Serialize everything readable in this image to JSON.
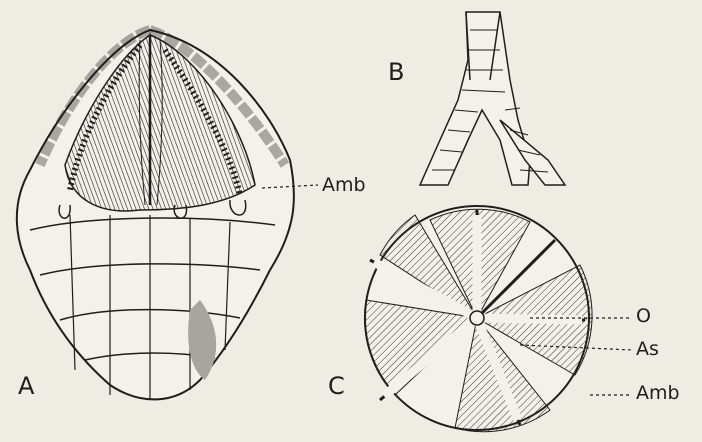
{
  "figure": {
    "panels": [
      {
        "id": "A",
        "label": "A"
      },
      {
        "id": "B",
        "label": "B"
      },
      {
        "id": "C",
        "label": "C"
      }
    ],
    "annotations": {
      "a_amb": "Amb",
      "c_o": "O",
      "c_as": "As",
      "c_amb": "Amb"
    }
  },
  "colors": {
    "ink": "#1e1e1e",
    "paper": "#efece3"
  }
}
